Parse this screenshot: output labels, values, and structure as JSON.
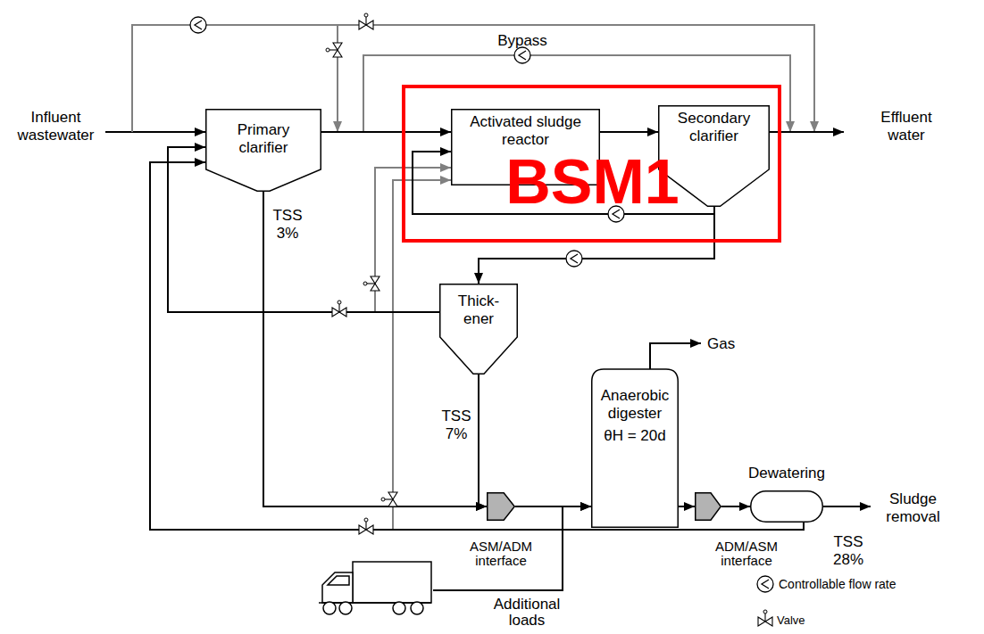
{
  "diagram": {
    "nodes": [
      {
        "text": [
          "Primary clarifier"
        ]
      },
      {
        "text": [
          "BSM1"
        ]
      },
      {
        "text": [
          "Activated sludge reactor"
        ],
        "in": 1
      },
      {
        "text": [
          "Secondary clarifier"
        ],
        "in": 1
      },
      {
        "text": [
          "Thick- ener"
        ]
      },
      {
        "text": [
          "Anaerobic digester",
          "θH = 20d"
        ]
      },
      {
        "text": [
          "ASM/ADM interface"
        ]
      },
      {
        "text": [
          "ADM/ASM interface"
        ]
      },
      {
        "text": [
          "Dewatering"
        ]
      },
      {
        "text": [
          "Additional loads"
        ]
      }
    ],
    "edges": [
      {
        "from": 0,
        "to": 2,
        "arrow": "to"
      },
      {
        "from": 2,
        "to": 3,
        "arrow": "to"
      },
      {
        "from": 3,
        "to": 2,
        "arrow": "to"
      },
      {
        "from": 3,
        "to": 4,
        "arrow": "to"
      },
      {
        "from": 0,
        "to": 6,
        "arrow": "to"
      },
      {
        "from": 4,
        "to": 6,
        "arrow": "to"
      },
      {
        "from": 6,
        "to": 5,
        "arrow": "to"
      },
      {
        "from": 9,
        "to": 5,
        "arrow": "to"
      },
      {
        "from": 5,
        "to": 7,
        "arrow": "to"
      },
      {
        "from": 7,
        "to": 8,
        "arrow": "to"
      },
      {
        "from": 4,
        "to": 0,
        "arrow": "to"
      },
      {
        "from": 8,
        "to": 0,
        "arrow": "to"
      },
      {
        "from": 4,
        "to": 2,
        "arrow": "to"
      },
      {
        "from": 8,
        "to": 2,
        "arrow": "to"
      }
    ],
    "labels": [
      "Influent wastewater",
      "Effluent water",
      "Bypass",
      "TSS 3%",
      "TSS 7%",
      "Gas",
      "TSS 28%",
      "Sludge removal"
    ],
    "legend": [
      {
        "text": "Controllable flow rate"
      },
      {
        "text": "Valve"
      }
    ]
  }
}
